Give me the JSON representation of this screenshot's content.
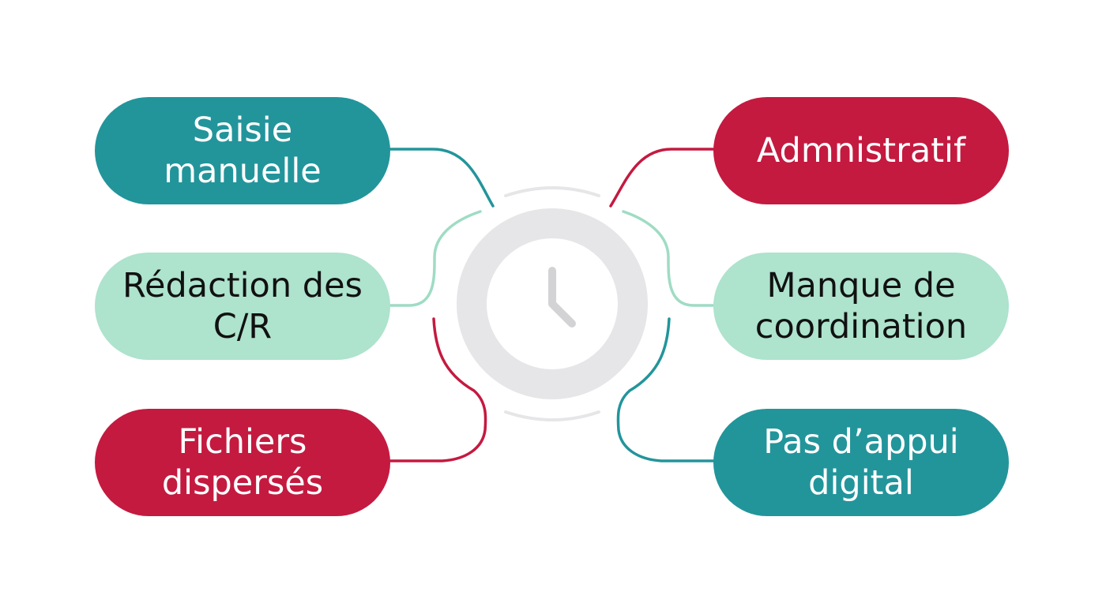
{
  "colors": {
    "teal": "#22959b",
    "mint": "#aee3ce",
    "crimson": "#c41a40",
    "connector_mint": "#9fdcc4",
    "clock_gray": "#e6e6e8",
    "clock_hand": "#d3d3d5"
  },
  "center": {
    "icon": "clock-icon"
  },
  "left_items": [
    {
      "label": "Saisie manuelle",
      "color": "teal"
    },
    {
      "label": "Rédaction des C/R",
      "color": "mint"
    },
    {
      "label": "Fichiers dispersés",
      "color": "crimson"
    }
  ],
  "right_items": [
    {
      "label": "Admnistratif",
      "color": "crimson"
    },
    {
      "label": "Manque de coordination",
      "color": "mint"
    },
    {
      "label": "Pas d’appui digital",
      "color": "teal"
    }
  ]
}
